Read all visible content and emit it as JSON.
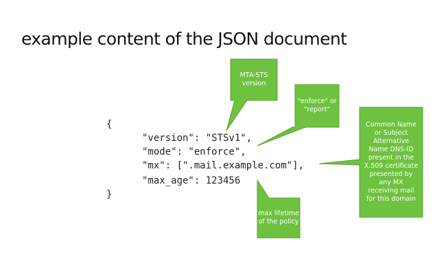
{
  "title": "example content of the JSON document",
  "code": {
    "open_brace": "{",
    "lines": [
      "\"version\": \"STSv1\",",
      "\"mode\": \"enforce\",",
      "\"mx\": [\".mail.example.com\"],",
      "\"max_age\": 123456"
    ],
    "close_brace": "}"
  },
  "callouts": {
    "version": "MTA-STS version",
    "mode": "\"enforce\" or \"report\"",
    "mx": "Common Name or Subject Alternative Name DNS-ID present in the X.509 certificate presented by any MX receiving mail for this domain",
    "max_age": "max lifetime of the policy"
  },
  "colors": {
    "callout_fill": "#6ec23f",
    "callout_border": "#5aa12f",
    "text": "#222222"
  }
}
